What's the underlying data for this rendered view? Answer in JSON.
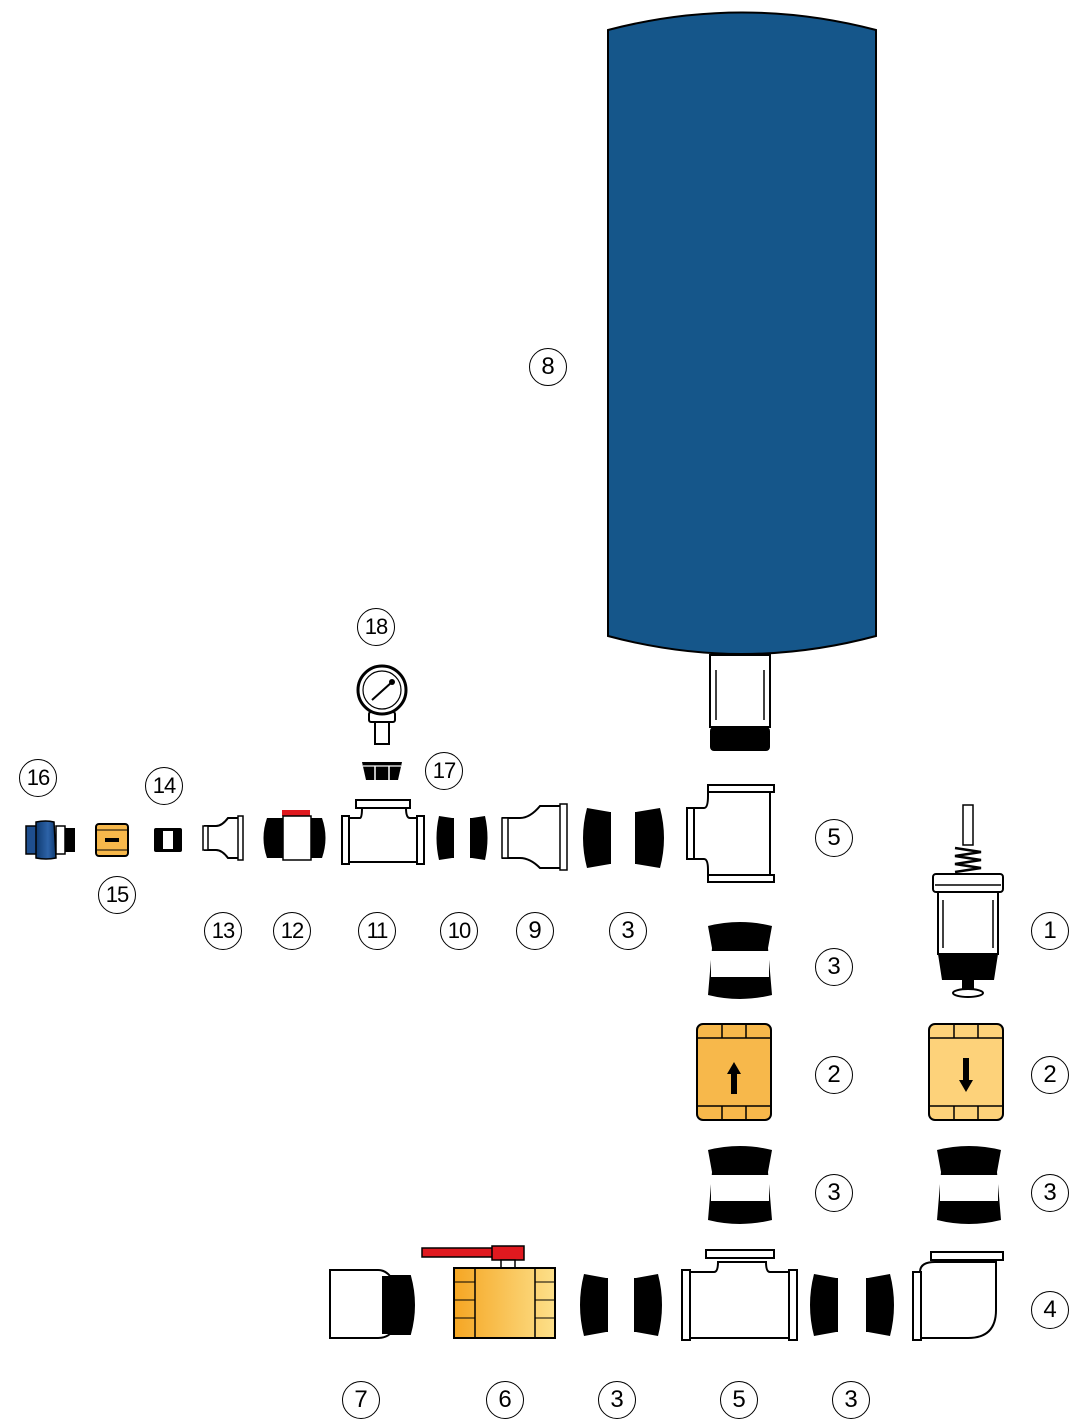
{
  "labels": {
    "l1": "1",
    "l2a": "2",
    "l2b": "2",
    "l3a": "3",
    "l3b": "3",
    "l3c": "3",
    "l3d": "3",
    "l3e": "3",
    "l3f": "3",
    "l4": "4",
    "l5a": "5",
    "l5b": "5",
    "l6": "6",
    "l7": "7",
    "l8": "8",
    "l9": "9",
    "l10": "10",
    "l11": "11",
    "l12": "12",
    "l13": "13",
    "l14": "14",
    "l15": "15",
    "l16": "16",
    "l17": "17",
    "l18": "18"
  },
  "colors": {
    "tank": "#15568a",
    "brass": "#f7b84b",
    "brass_light": "#fdd27a",
    "handle_red": "#e0191f",
    "fitting_black": "#000000",
    "fitting_white": "#ffffff",
    "cap_blue": "#1f4f8f"
  }
}
